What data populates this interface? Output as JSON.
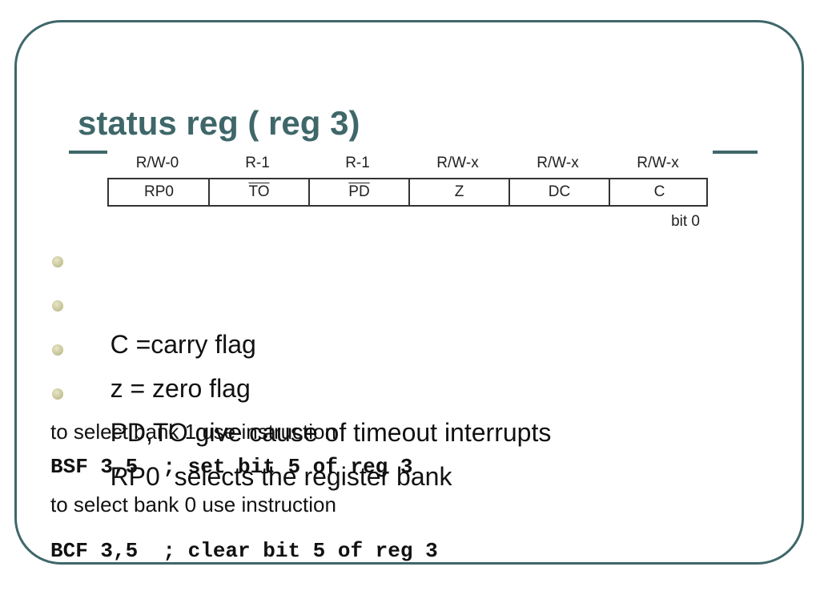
{
  "title": "status reg ( reg 3)",
  "register": {
    "access": [
      "R/W-0",
      "R-1",
      "R-1",
      "R/W-x",
      "R/W-x",
      "R/W-x"
    ],
    "bits": [
      {
        "name": "RP0",
        "overline": false
      },
      {
        "name": "TO",
        "overline": true
      },
      {
        "name": "PD",
        "overline": true
      },
      {
        "name": "Z",
        "overline": false
      },
      {
        "name": "DC",
        "overline": false
      },
      {
        "name": "C",
        "overline": false
      }
    ],
    "bit_label": "bit 0"
  },
  "bullets": [
    "C =carry flag",
    "z = zero flag",
    "PD,TO give cause of timeout interrupts",
    "RP0  selects the register bank"
  ],
  "notes": {
    "bank1_text": "to select bank 1 use instruction",
    "bank1_code": "BSF 3,5  ; set bit 5 of reg 3",
    "bank0_text": "to select bank 0 use instruction",
    "bank0_code": "BCF 3,5  ; clear bit 5 of reg 3"
  },
  "colors": {
    "accent": "#3f6769",
    "bullet": "#c8c69a",
    "text": "#111111"
  }
}
